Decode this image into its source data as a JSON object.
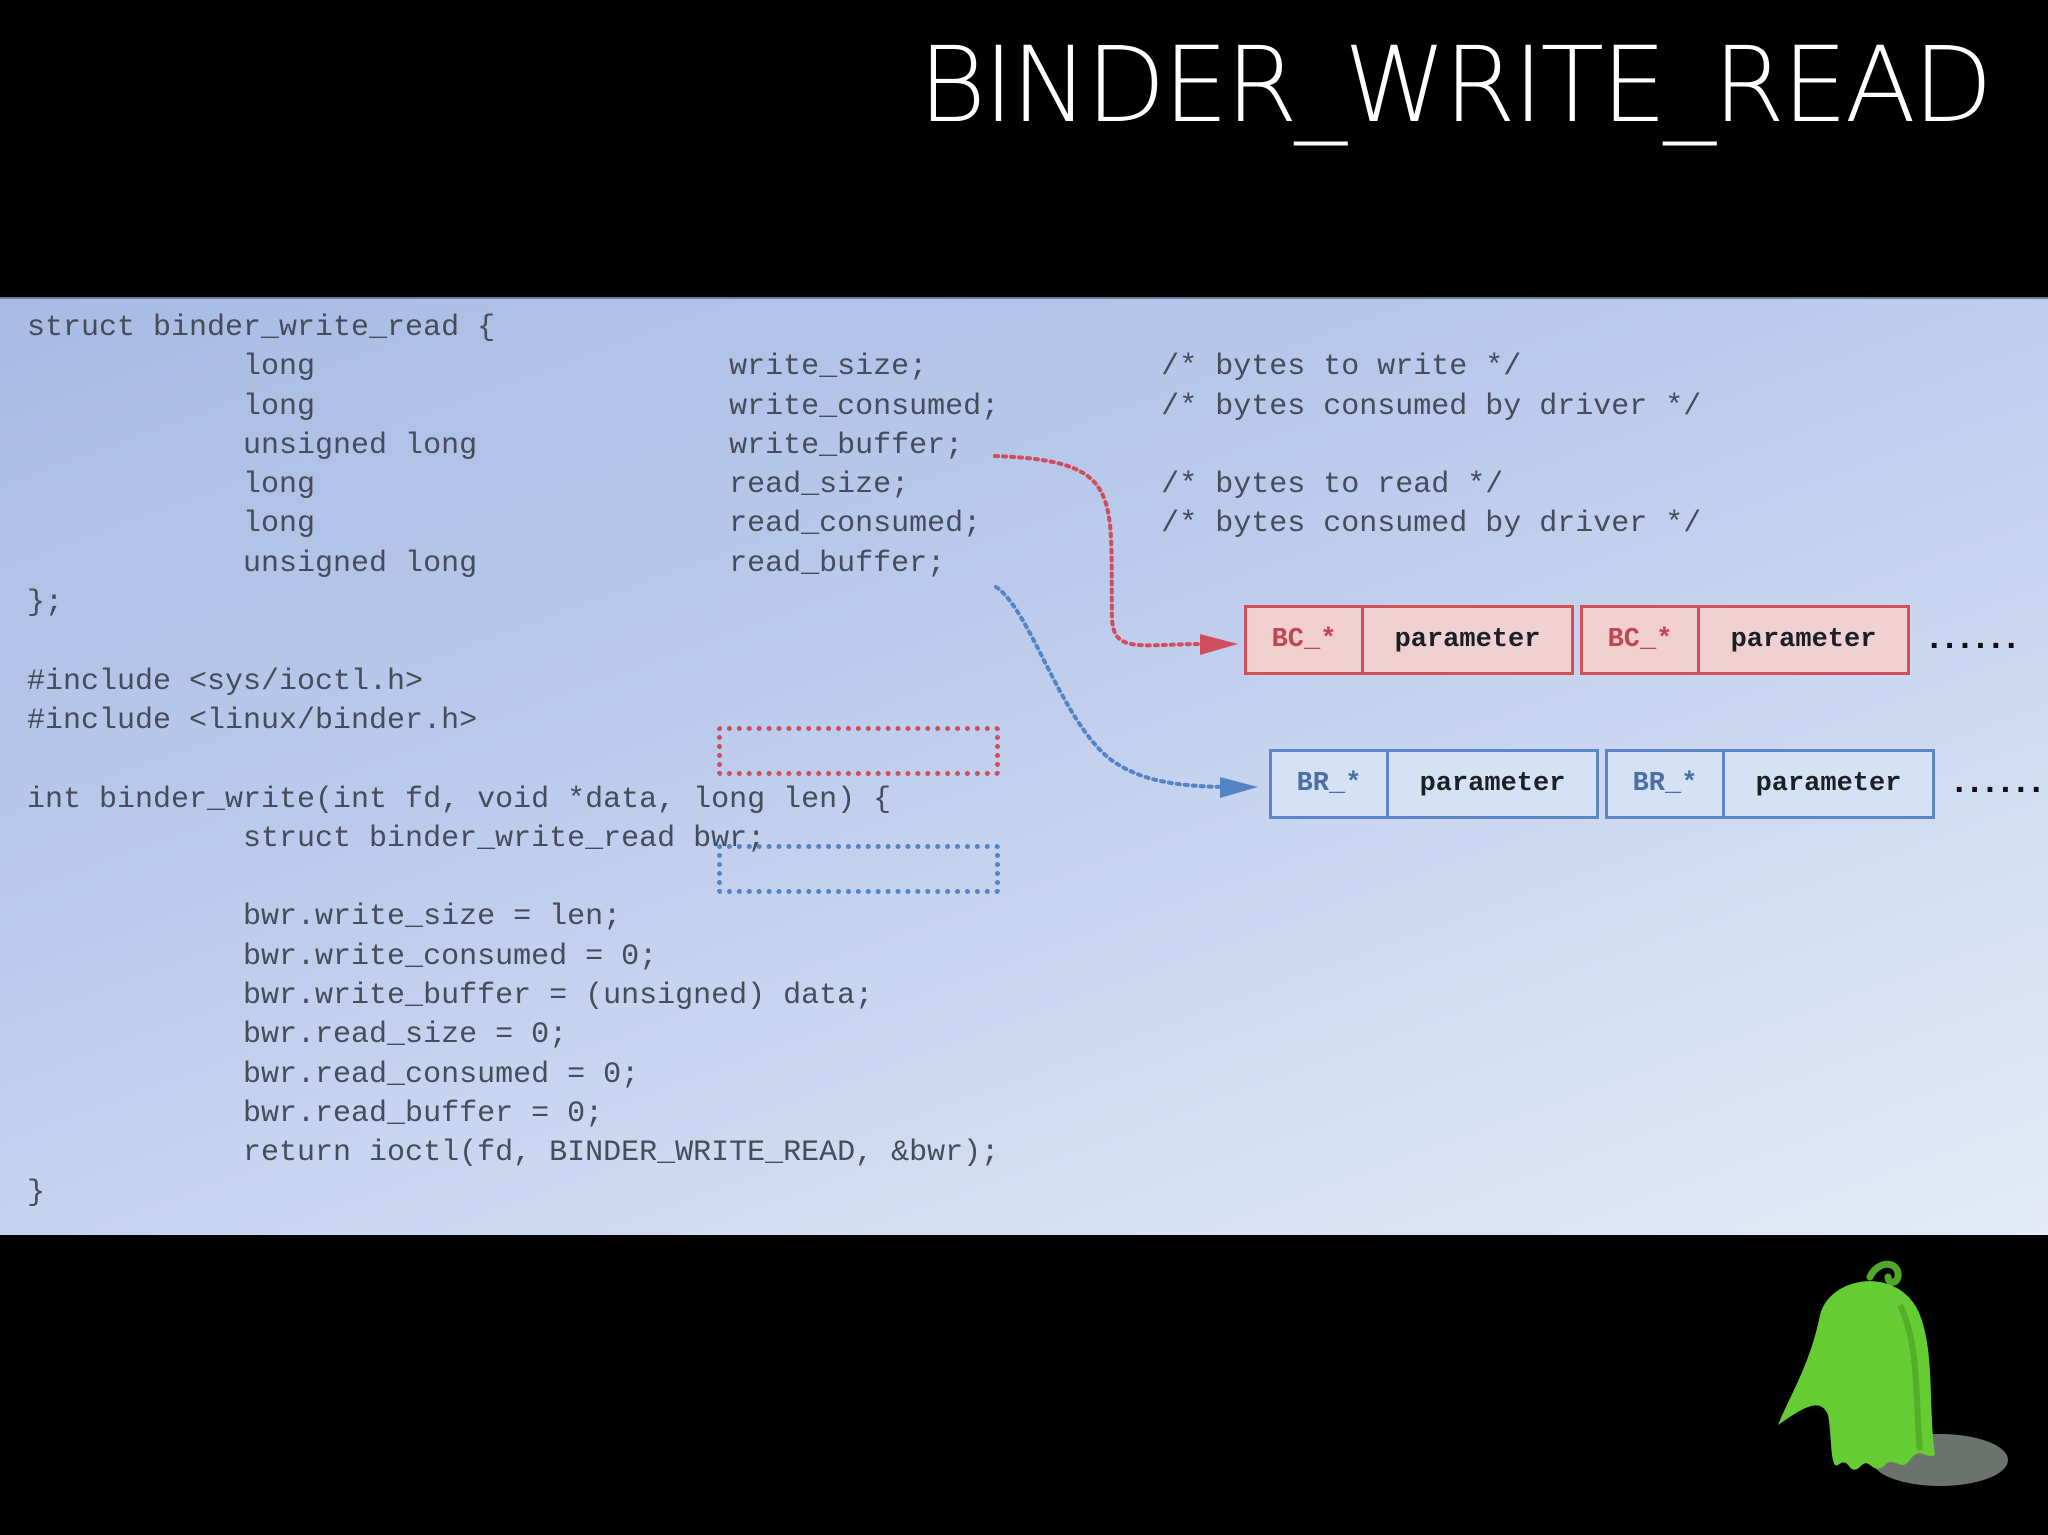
{
  "title": "BINDER_WRITE_READ",
  "code": {
    "struct": "struct binder_write_read {\n            long                       write_size;             /* bytes to write */\n            long                       write_consumed;         /* bytes consumed by driver */\n            unsigned long              write_buffer;\n            long                       read_size;              /* bytes to read */\n            long                       read_consumed;          /* bytes consumed by driver */\n            unsigned long              read_buffer;\n};\n\n#include <sys/ioctl.h>\n#include <linux/binder.h>\n\nint binder_write(int fd, void *data, long len) {\n            struct binder_write_read bwr;\n\n            bwr.write_size = len;\n            bwr.write_consumed = 0;\n            bwr.write_buffer = (unsigned) data;\n            bwr.read_size = 0;\n            bwr.read_consumed = 0;\n            bwr.read_buffer = 0;\n            return ioctl(fd, BINDER_WRITE_READ, &bwr);\n}"
  },
  "write_stream": {
    "items": [
      {
        "op": "BC_*",
        "param": "parameter"
      },
      {
        "op": "BC_*",
        "param": "parameter"
      }
    ],
    "ellipsis": "......"
  },
  "read_stream": {
    "items": [
      {
        "op": "BR_*",
        "param": "parameter"
      },
      {
        "op": "BR_*",
        "param": "parameter"
      }
    ],
    "ellipsis": "......"
  },
  "colors": {
    "write_accent": "#cf4d5c",
    "read_accent": "#5384c4",
    "mascot": "#66cc33"
  },
  "icons": {
    "mascot": "green-ghost-mascot-icon"
  }
}
